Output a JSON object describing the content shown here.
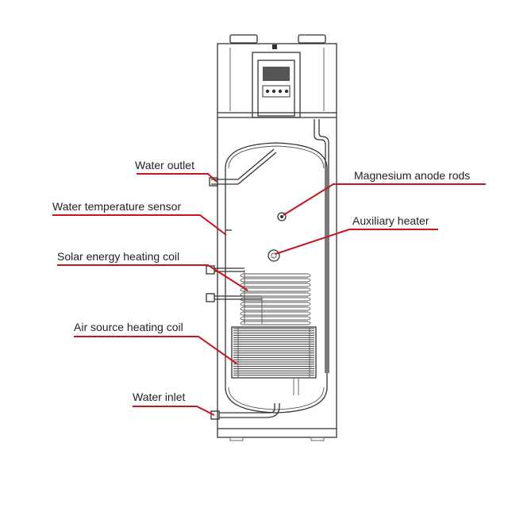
{
  "labels": {
    "water_outlet": "Water outlet",
    "water_temperature_sensor": "Water temperature sensor",
    "solar_energy_heating_coil": "Solar energy heating coil",
    "air_source_heating_coil": "Air source heating coil",
    "water_inlet": "Water inlet",
    "magnesium_anode_rods": "Magnesium anode rods",
    "auxiliary_heater": "Auxiliary heater"
  },
  "colors": {
    "leader": "#c8141c",
    "line_art": "#333333",
    "background": "#ffffff"
  }
}
